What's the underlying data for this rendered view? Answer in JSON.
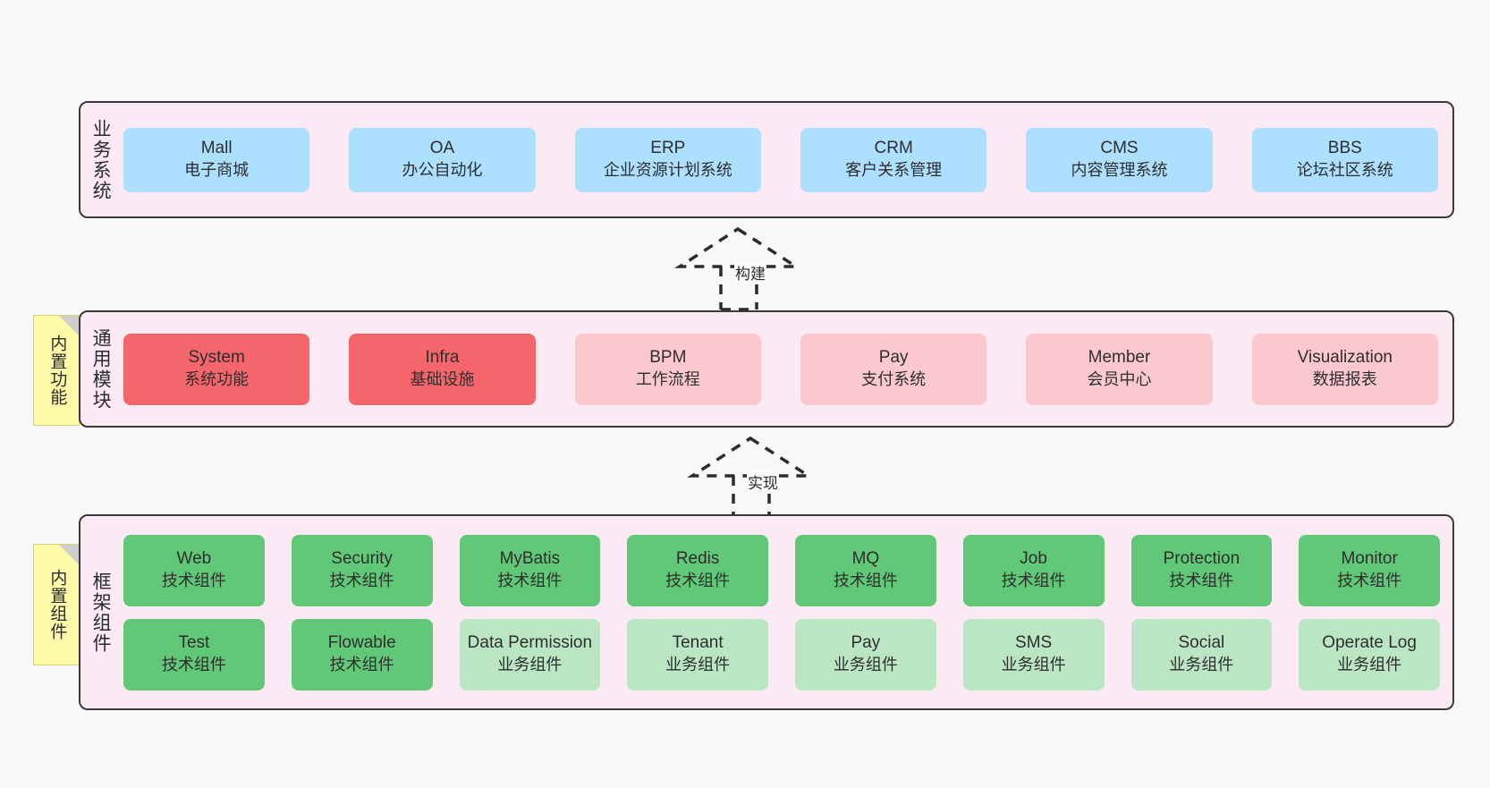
{
  "diagram": {
    "title_business": "业务系统",
    "title_modules": "通用模块",
    "title_framework": "框架组件",
    "notes": {
      "builtin_function": "内置功能",
      "builtin_component": "内置组件"
    },
    "relations": {
      "build": "构建",
      "implement": "实现"
    },
    "colors": {
      "layer_background": "#fbeaf4",
      "layer_border": "#3a3a3a",
      "business_cell": "#addfff",
      "module_primary": "#f4666c",
      "module_secondary": "#fbc8ce",
      "tech_component": "#60c877",
      "business_component": "#bbe6c4",
      "note": "#fdfba8",
      "canvas": "#f8f8f8"
    }
  },
  "business_systems": [
    {
      "en": "Mall",
      "cn": "电子商城"
    },
    {
      "en": "OA",
      "cn": "办公自动化"
    },
    {
      "en": "ERP",
      "cn": "企业资源计划系统"
    },
    {
      "en": "CRM",
      "cn": "客户关系管理"
    },
    {
      "en": "CMS",
      "cn": "内容管理系统"
    },
    {
      "en": "BBS",
      "cn": "论坛社区系统"
    }
  ],
  "common_modules": [
    {
      "en": "System",
      "cn": "系统功能",
      "style": "red"
    },
    {
      "en": "Infra",
      "cn": "基础设施",
      "style": "red"
    },
    {
      "en": "BPM",
      "cn": "工作流程",
      "style": "pink"
    },
    {
      "en": "Pay",
      "cn": "支付系统",
      "style": "pink"
    },
    {
      "en": "Member",
      "cn": "会员中心",
      "style": "pink"
    },
    {
      "en": "Visualization",
      "cn": "数据报表",
      "style": "pink"
    }
  ],
  "framework_components_row1": [
    {
      "en": "Web",
      "cn": "技术组件",
      "style": "green"
    },
    {
      "en": "Security",
      "cn": "技术组件",
      "style": "green"
    },
    {
      "en": "MyBatis",
      "cn": "技术组件",
      "style": "green"
    },
    {
      "en": "Redis",
      "cn": "技术组件",
      "style": "green"
    },
    {
      "en": "MQ",
      "cn": "技术组件",
      "style": "green"
    },
    {
      "en": "Job",
      "cn": "技术组件",
      "style": "green"
    },
    {
      "en": "Protection",
      "cn": "技术组件",
      "style": "green"
    },
    {
      "en": "Monitor",
      "cn": "技术组件",
      "style": "green"
    }
  ],
  "framework_components_row2": [
    {
      "en": "Test",
      "cn": "技术组件",
      "style": "green"
    },
    {
      "en": "Flowable",
      "cn": "技术组件",
      "style": "green"
    },
    {
      "en": "Data Permission",
      "cn": "业务组件",
      "style": "lgreen"
    },
    {
      "en": "Tenant",
      "cn": "业务组件",
      "style": "lgreen"
    },
    {
      "en": "Pay",
      "cn": "业务组件",
      "style": "lgreen"
    },
    {
      "en": "SMS",
      "cn": "业务组件",
      "style": "lgreen"
    },
    {
      "en": "Social",
      "cn": "业务组件",
      "style": "lgreen"
    },
    {
      "en": "Operate Log",
      "cn": "业务组件",
      "style": "lgreen"
    }
  ]
}
